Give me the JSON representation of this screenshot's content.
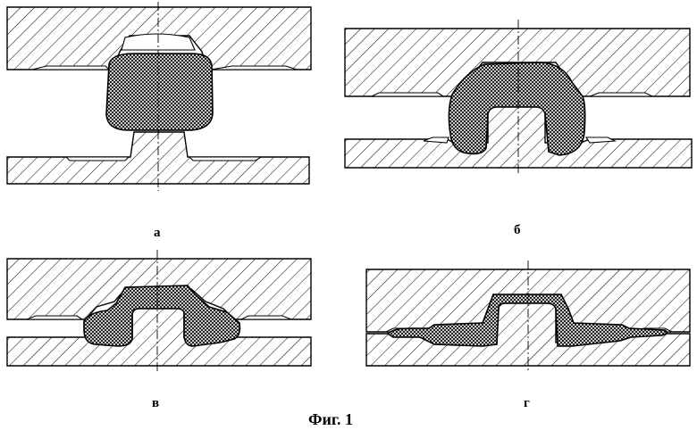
{
  "figure": {
    "caption": "Фиг. 1",
    "panels": [
      {
        "id": "a",
        "label": "а"
      },
      {
        "id": "b",
        "label": "б"
      },
      {
        "id": "v",
        "label": "в"
      },
      {
        "id": "g",
        "label": "г"
      }
    ]
  }
}
